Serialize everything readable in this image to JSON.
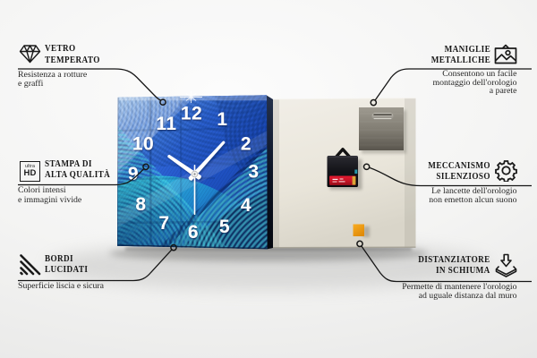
{
  "callouts": {
    "vetro": {
      "icon": "diamond-icon",
      "title_lines": [
        "VETRO",
        "TEMPERATO"
      ],
      "subtitle_lines": [
        "Resistenza a rotture",
        "e graffi"
      ]
    },
    "stampa": {
      "icon": "ultra-hd-icon",
      "icon_text_small": "ultra",
      "icon_text_big": "HD",
      "title_lines": [
        "STAMPA DI",
        "ALTA QUALITÀ"
      ],
      "subtitle_lines": [
        "Colori intensi",
        "e immagini vivide"
      ]
    },
    "bordi": {
      "icon": "polished-edges-icon",
      "title_lines": [
        "BORDI",
        "LUCIDATI"
      ],
      "subtitle_lines": [
        "Superficie liscia e sicura"
      ]
    },
    "maniglie": {
      "icon": "picture-hanger-icon",
      "title_lines": [
        "MANIGLIE",
        "METALLICHE"
      ],
      "subtitle_lines": [
        "Consentono un facile",
        "montaggio dell'orologio",
        "a parete"
      ]
    },
    "meccanismo": {
      "icon": "gear-icon",
      "title_lines": [
        "MECCANISMO",
        "SILENZIOSO"
      ],
      "subtitle_lines": [
        "Le lancette dell'orologio",
        "non emetton alcun suono"
      ]
    },
    "distanziatore": {
      "icon": "foam-spacer-icon",
      "title_lines": [
        "DISTANZIATORE",
        "IN SCHIUMA"
      ],
      "subtitle_lines": [
        "Permette di mantenere l'orologio",
        "ad uguale distanza dal muro"
      ]
    }
  },
  "product": {
    "clock": {
      "numerals": [
        "12",
        "1",
        "2",
        "3",
        "4",
        "5",
        "6",
        "7",
        "8",
        "9",
        "10",
        "11"
      ],
      "hands": {
        "hour_deg": -55.2,
        "minute_deg": 42.4,
        "second_deg": 180
      }
    },
    "colors": {
      "face_blue": "#1d53c2",
      "face_cyan": "#35d0e0",
      "face_deep_navy": "#0a2560",
      "back_panel": "#e9e5db",
      "foam_spacer": "#f29a14",
      "battery_red": "#d41224",
      "hanger_plate": "#7d7970",
      "callout_line": "#1a1a1a"
    }
  }
}
